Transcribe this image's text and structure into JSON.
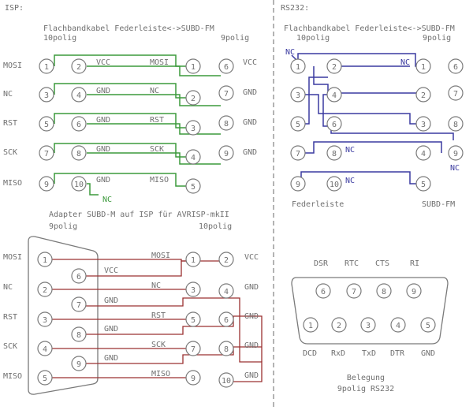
{
  "isp": {
    "section": "ISP:",
    "cable_title": "Flachbandkabel Federleiste<->SUBD-FM",
    "left_poles": "10polig",
    "right_poles": "9polig",
    "rows": [
      {
        "left_sig": "MOSI",
        "pin_a": "1",
        "pin_b": "2",
        "mid_sig": "VCC",
        "right_sig": "MOSI",
        "pin_c": "1",
        "pin_d": "6",
        "end_sig": "VCC"
      },
      {
        "left_sig": "NC",
        "pin_a": "3",
        "pin_b": "4",
        "mid_sig": "GND",
        "right_sig": "NC",
        "pin_c": "2",
        "pin_d": "7",
        "end_sig": "GND"
      },
      {
        "left_sig": "RST",
        "pin_a": "5",
        "pin_b": "6",
        "mid_sig": "GND",
        "right_sig": "RST",
        "pin_c": "3",
        "pin_d": "8",
        "end_sig": "GND"
      },
      {
        "left_sig": "SCK",
        "pin_a": "7",
        "pin_b": "8",
        "mid_sig": "GND",
        "right_sig": "SCK",
        "pin_c": "4",
        "pin_d": "9",
        "end_sig": "GND"
      },
      {
        "left_sig": "MISO",
        "pin_a": "9",
        "pin_b": "10",
        "mid_sig": "GND",
        "right_sig": "MISO",
        "pin_c": "5",
        "pin_d": "",
        "end_sig": ""
      }
    ],
    "nc_label": "NC"
  },
  "rs232": {
    "section": "RS232:",
    "cable_title": "Flachbandkabel Federleiste<->SUBD-FM",
    "left_poles": "10polig",
    "right_poles": "9polig",
    "nc_top_left": "NC",
    "nc_top_mid": "NC",
    "nc_row4": "NC",
    "nc_row4_right": "NC",
    "nc_row5": "NC",
    "left_pins": [
      "1",
      "2",
      "3",
      "4",
      "5",
      "6",
      "7",
      "8",
      "9",
      "10"
    ],
    "right_pins": [
      "1",
      "6",
      "2",
      "7",
      "3",
      "8",
      "4",
      "9",
      "5"
    ],
    "footer_left": "Federleiste",
    "footer_right": "SUBD-FM"
  },
  "adapter": {
    "title": "Adapter SUBD-M auf ISP für AVRISP-mkII",
    "left_poles": "9polig",
    "right_poles": "10polig",
    "left_signals": [
      "MOSI",
      "NC",
      "RST",
      "SCK",
      "MISO"
    ],
    "subd_pins_top": [
      "1",
      "2",
      "3",
      "4",
      "5"
    ],
    "subd_pins_bottom": [
      "6",
      "7",
      "8",
      "9"
    ],
    "bottom_labels": [
      "VCC",
      "GND",
      "GND",
      "GND"
    ],
    "mid_signals": [
      "MOSI",
      "NC",
      "RST",
      "SCK",
      "MISO"
    ],
    "isp_left": [
      "1",
      "3",
      "5",
      "7",
      "9"
    ],
    "isp_right": [
      "2",
      "4",
      "6",
      "8",
      "10"
    ],
    "end_signals": [
      "VCC",
      "GND",
      "GND",
      "GND",
      "GND"
    ]
  },
  "belegung": {
    "top_labels": [
      "DSR",
      "RTC",
      "CTS",
      "RI"
    ],
    "top_pins": [
      "6",
      "7",
      "8",
      "9"
    ],
    "bottom_pins": [
      "1",
      "2",
      "3",
      "4",
      "5"
    ],
    "bottom_labels": [
      "DCD",
      "RxD",
      "TxD",
      "DTR",
      "GND"
    ],
    "caption_line1": "Belegung",
    "caption_line2": "9polig RS232"
  },
  "colors": {
    "green": "#3c9a3c",
    "blue": "#3a3aa0",
    "red": "#9a3030",
    "gray": "#7a7a7a",
    "divider": "#9a9a9a"
  }
}
